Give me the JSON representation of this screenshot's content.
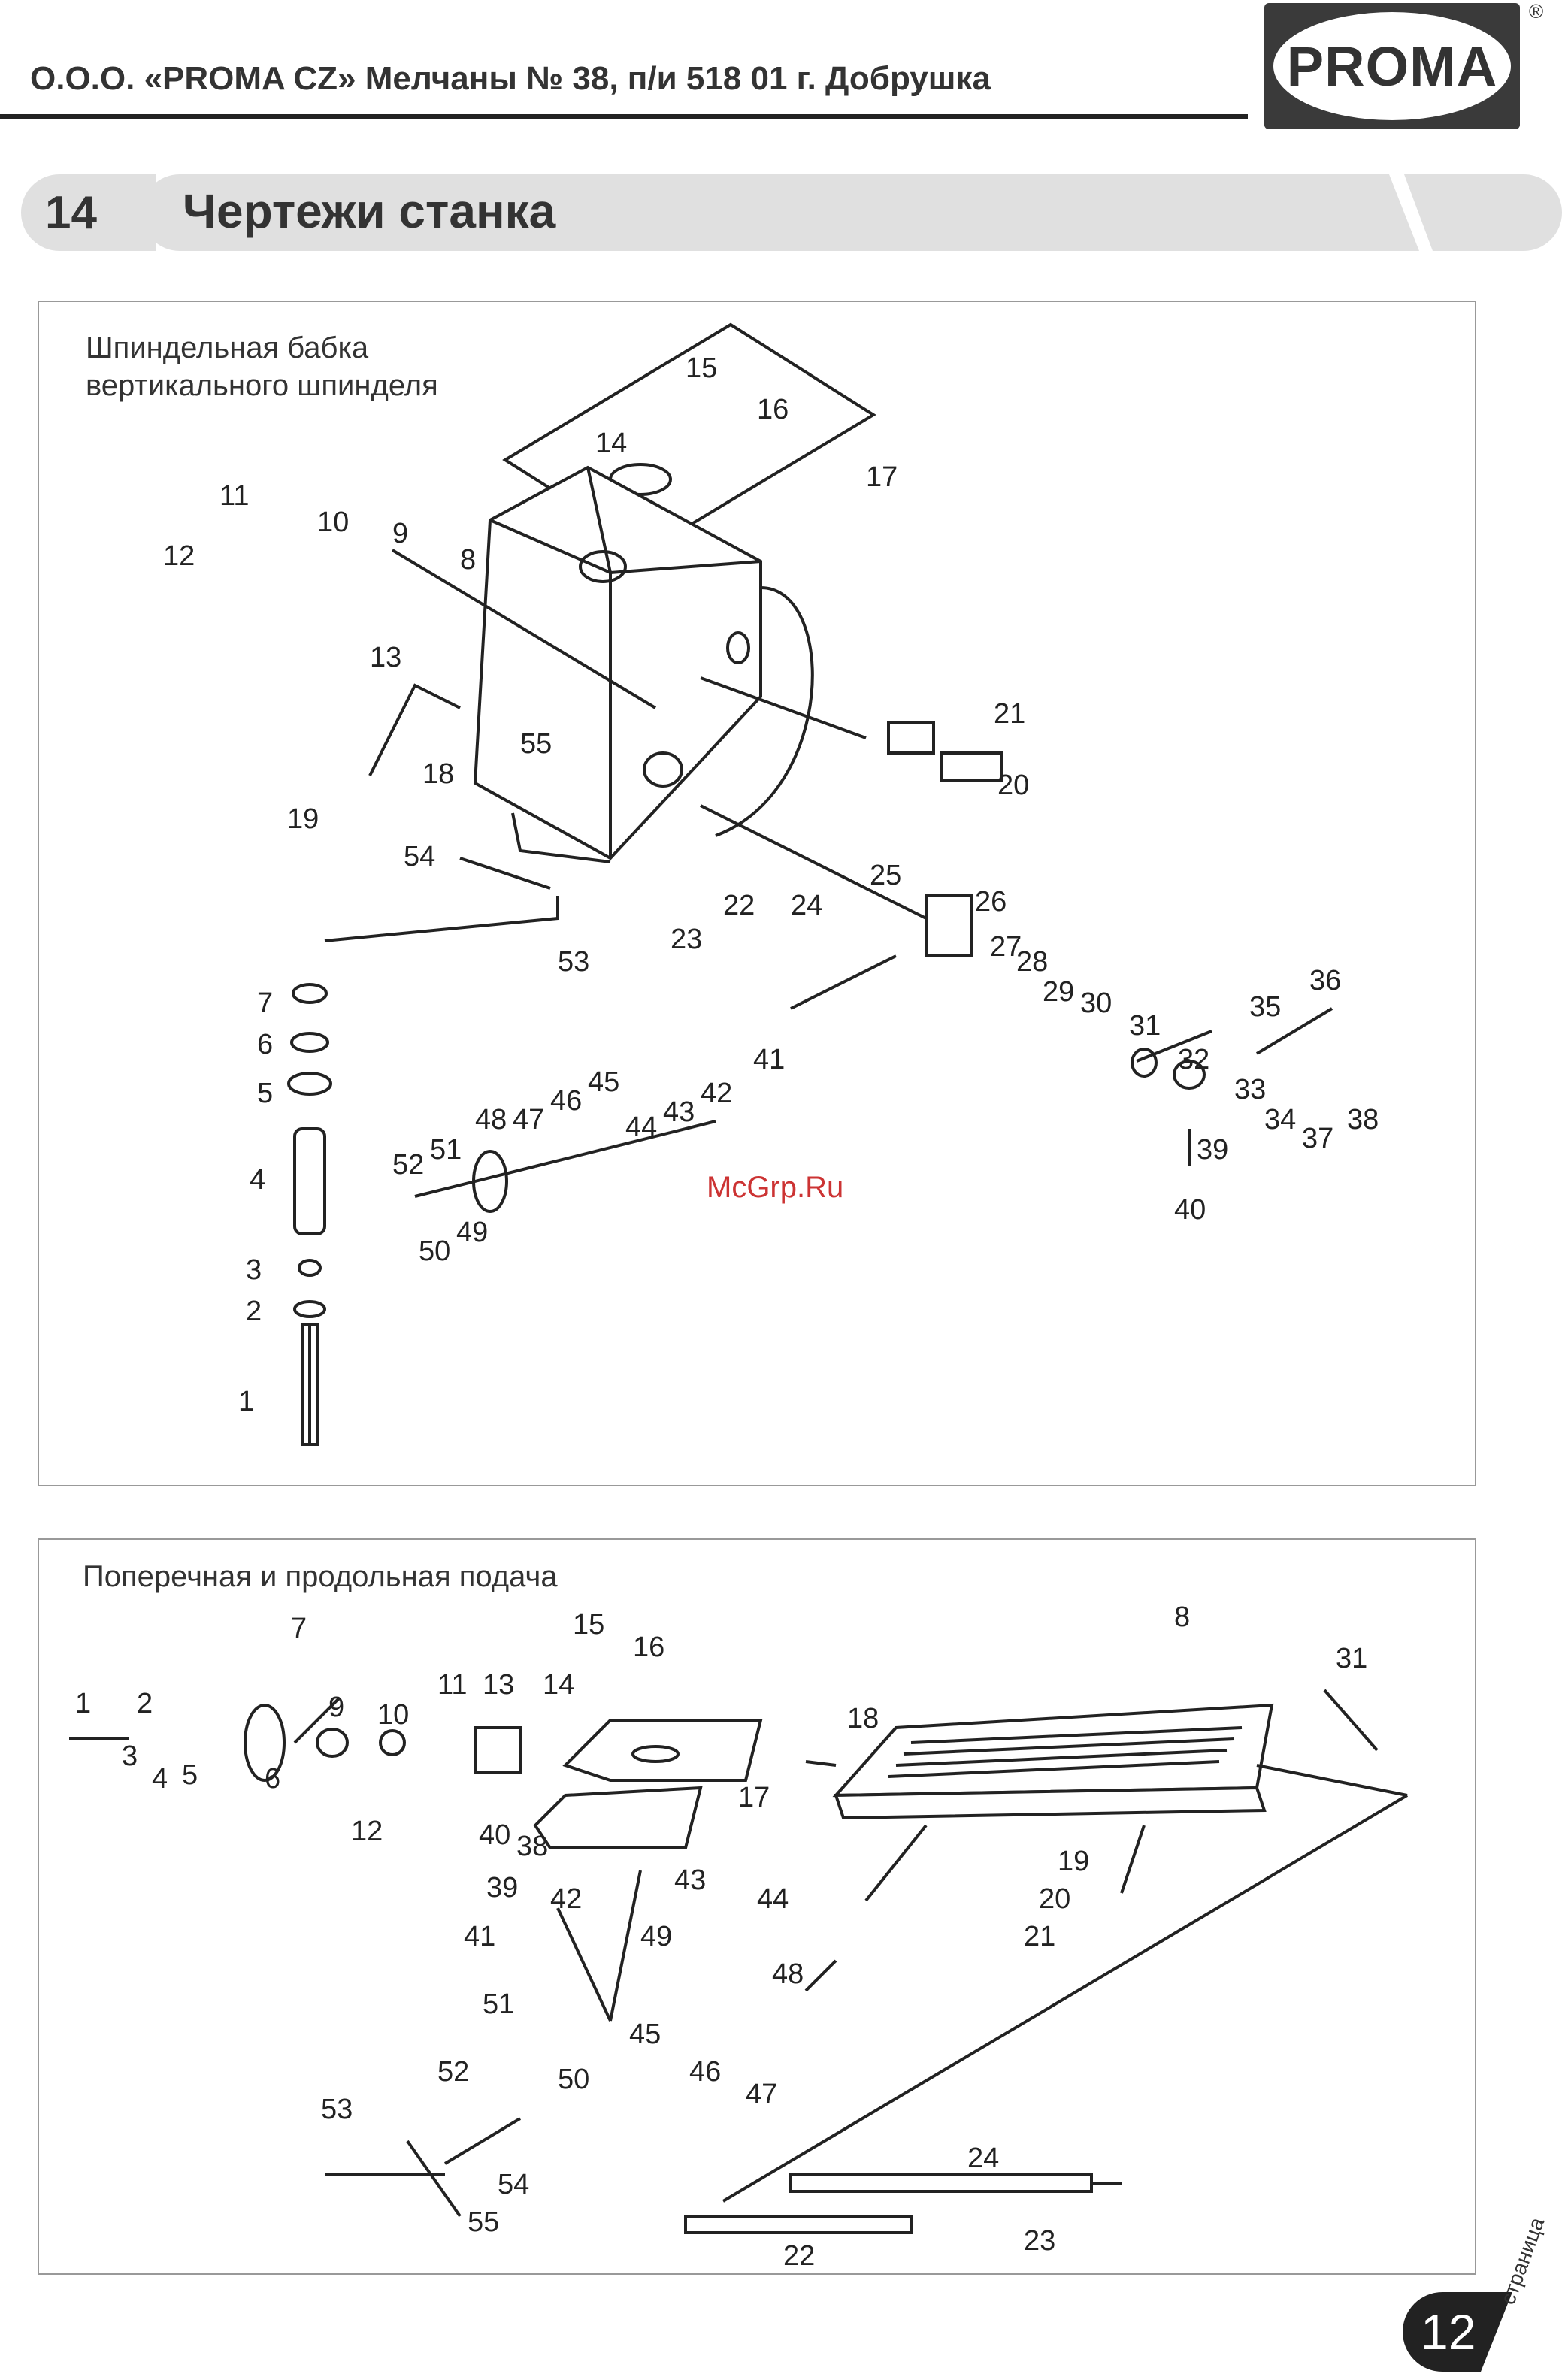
{
  "header": {
    "company_line": "О.О.О. «PROMA CZ» Мелчаны № 38, п/и 518 01 г. Добрушка",
    "logo_text": "PROMA",
    "registered_mark": "®"
  },
  "section": {
    "number": "14",
    "title": "Чертежи станка"
  },
  "figure1": {
    "title_line1": "Шпиндельная бабка",
    "title_line2": "вертикального шпинделя",
    "callouts": [
      "1",
      "2",
      "3",
      "4",
      "5",
      "6",
      "7",
      "8",
      "9",
      "10",
      "11",
      "12",
      "13",
      "14",
      "15",
      "16",
      "17",
      "18",
      "19",
      "20",
      "21",
      "22",
      "23",
      "24",
      "25",
      "26",
      "27",
      "28",
      "29",
      "30",
      "31",
      "32",
      "33",
      "34",
      "35",
      "36",
      "37",
      "38",
      "39",
      "40",
      "41",
      "42",
      "43",
      "44",
      "45",
      "46",
      "47",
      "48",
      "49",
      "50",
      "51",
      "52",
      "53",
      "54",
      "55"
    ]
  },
  "figure2": {
    "title": "Поперечная и продольная подача",
    "callouts": [
      "1",
      "2",
      "3",
      "4",
      "5",
      "6",
      "7",
      "8",
      "9",
      "10",
      "11",
      "12",
      "13",
      "14",
      "15",
      "16",
      "17",
      "18",
      "19",
      "20",
      "21",
      "22",
      "23",
      "24",
      "31",
      "38",
      "39",
      "40",
      "41",
      "42",
      "43",
      "44",
      "45",
      "46",
      "47",
      "48",
      "49",
      "50",
      "51",
      "52",
      "53",
      "54",
      "55"
    ]
  },
  "watermark": "McGrp.Ru",
  "footer": {
    "page_number": "12",
    "page_word": "страница"
  }
}
